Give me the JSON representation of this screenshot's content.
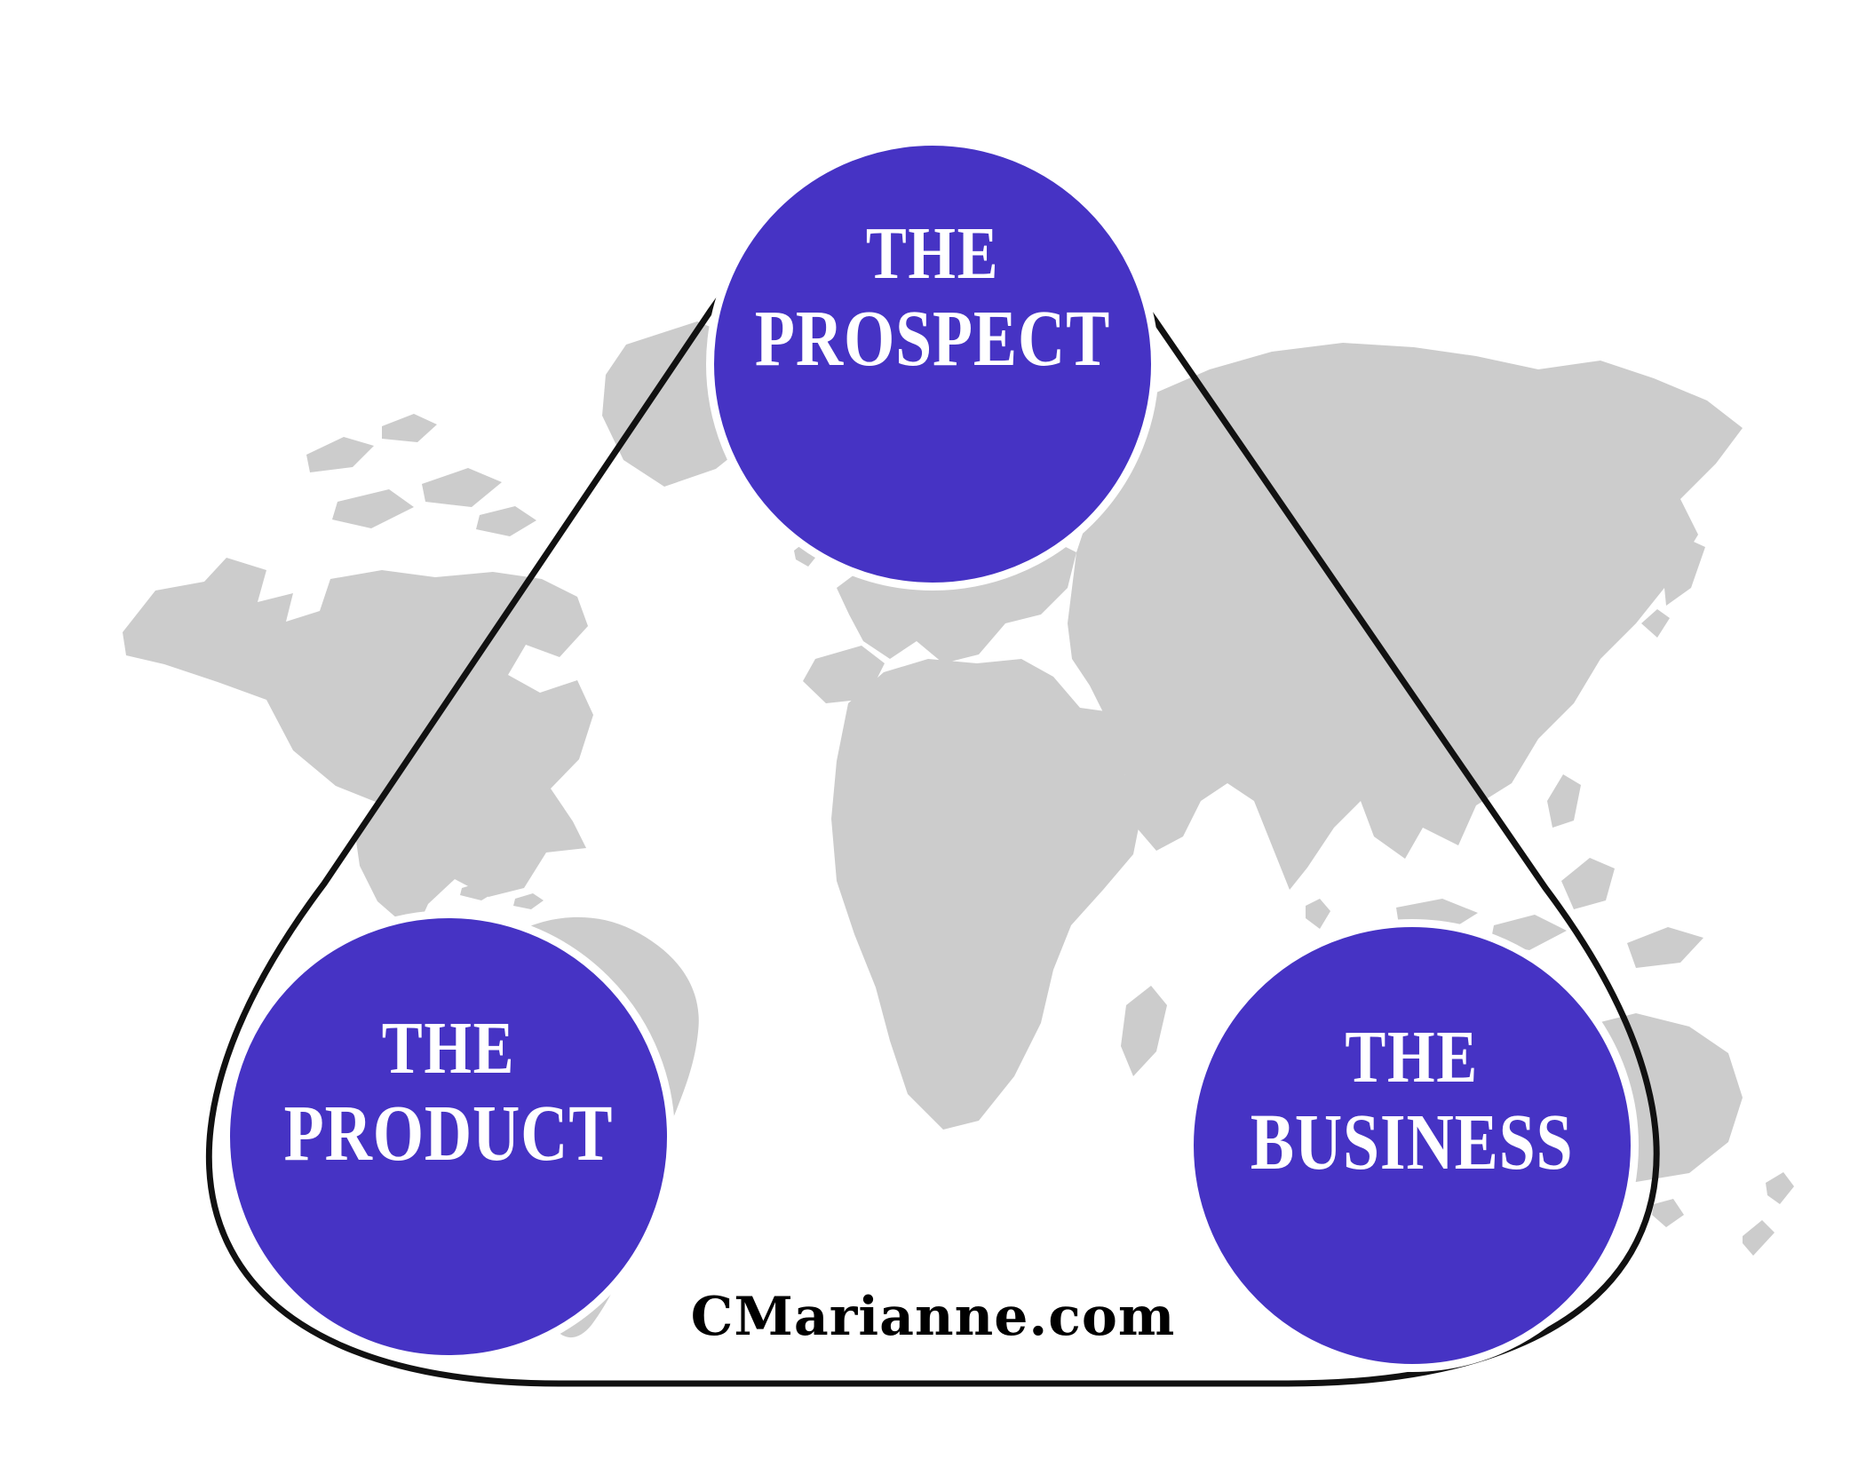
{
  "diagram": {
    "nodes": [
      {
        "id": "prospect",
        "line1": "THE",
        "line2": "PROSPECT"
      },
      {
        "id": "product",
        "line1": "THE",
        "line2": "PRODUCT"
      },
      {
        "id": "business",
        "line1": "THE",
        "line2": "BUSINESS"
      }
    ],
    "website": "CMarianne.com"
  },
  "colors": {
    "node_fill": "#4633c4",
    "node_text": "#ffffff",
    "connector": "#111111",
    "map": "#cccccc",
    "background": "#ffffff",
    "website_text": "#000000"
  }
}
